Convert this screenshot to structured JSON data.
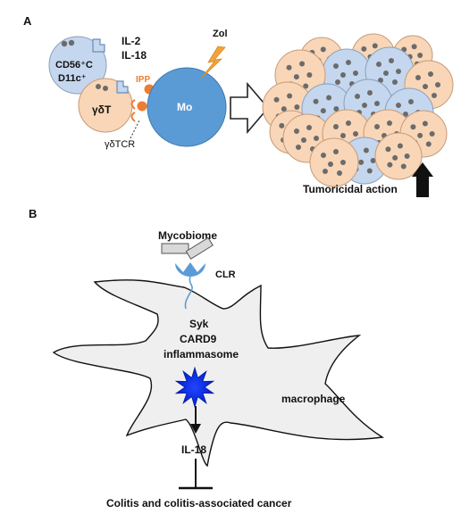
{
  "panel_a": {
    "label": "A",
    "cytokines": [
      "IL-2",
      "IL-18"
    ],
    "dc_lines": [
      "CD56⁺C",
      "D11c⁺"
    ],
    "gdt_label": "γδT",
    "ipp_label": "IPP",
    "mo_label": "Mo",
    "zol_label": "Zol",
    "tcr_label": "γδTCR",
    "result_label": "Tumoricidal action",
    "colors": {
      "orange_cell": "#f8d6b7",
      "blue_cell": "#c5d7ee",
      "mo_blue": "#5b9bd5",
      "ipp_orange": "#ed7d31",
      "zol_orange": "#f2a23c",
      "dot": "#6b6b6b"
    }
  },
  "panel_b": {
    "label": "B",
    "mycobiome_label": "Mycobiome",
    "clr_label": "CLR",
    "syk_label": "Syk",
    "card9_label": "CARD9",
    "inflammasome_label": "inflammasome",
    "macrophage_label": "macrophage",
    "il18_label": "IL-18",
    "outcome_label": "Colitis and colitis-associated cancer",
    "colors": {
      "cell_fill": "#efefef",
      "receptor": "#5b9bd5",
      "star": "#0033ee"
    }
  }
}
